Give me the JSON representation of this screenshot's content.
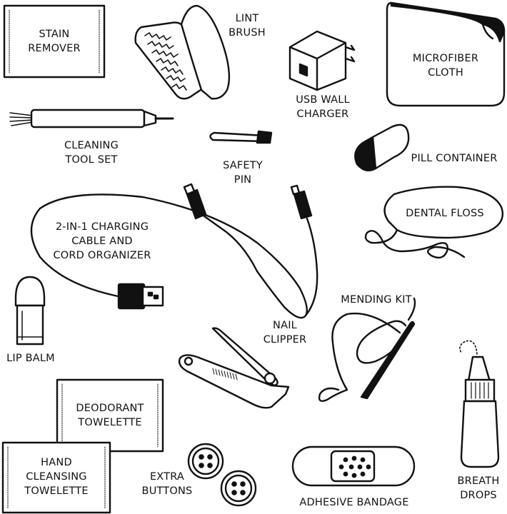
{
  "items": {
    "stain_remover": {
      "line1": "STAIN",
      "line2": "REMOVER"
    },
    "lint_brush": {
      "line1": "LINT",
      "line2": "BRUSH"
    },
    "usb_wall_charger": {
      "line1": "USB WALL",
      "line2": "CHARGER"
    },
    "microfiber_cloth": {
      "line1": "MICROFIBER",
      "line2": "CLOTH"
    },
    "cleaning_tool_set": {
      "line1": "CLEANING",
      "line2": "TOOL SET"
    },
    "safety_pin": {
      "line1": "SAFETY",
      "line2": "PIN"
    },
    "pill_container": {
      "line1": "PILL CONTAINER"
    },
    "charging_cable": {
      "line1": "2-IN-1 CHARGING",
      "line2": "CABLE AND",
      "line3": "CORD ORGANIZER"
    },
    "dental_floss": {
      "line1": "DENTAL FLOSS"
    },
    "lip_balm": {
      "line1": "LIP BALM"
    },
    "nail_clipper": {
      "line1": "NAIL",
      "line2": "CLIPPER"
    },
    "mending_kit": {
      "line1": "MENDING KIT"
    },
    "deodorant_towelette": {
      "line1": "DEODORANT",
      "line2": "TOWELETTE"
    },
    "hand_towelette": {
      "line1": "HAND",
      "line2": "CLEANSING",
      "line3": "TOWELETTE"
    },
    "extra_buttons": {
      "line1": "EXTRA",
      "line2": "BUTTONS"
    },
    "adhesive_bandage": {
      "line1": "ADHESIVE BANDAGE"
    },
    "breath_drops": {
      "line1": "BREATH",
      "line2": "DROPS"
    }
  }
}
